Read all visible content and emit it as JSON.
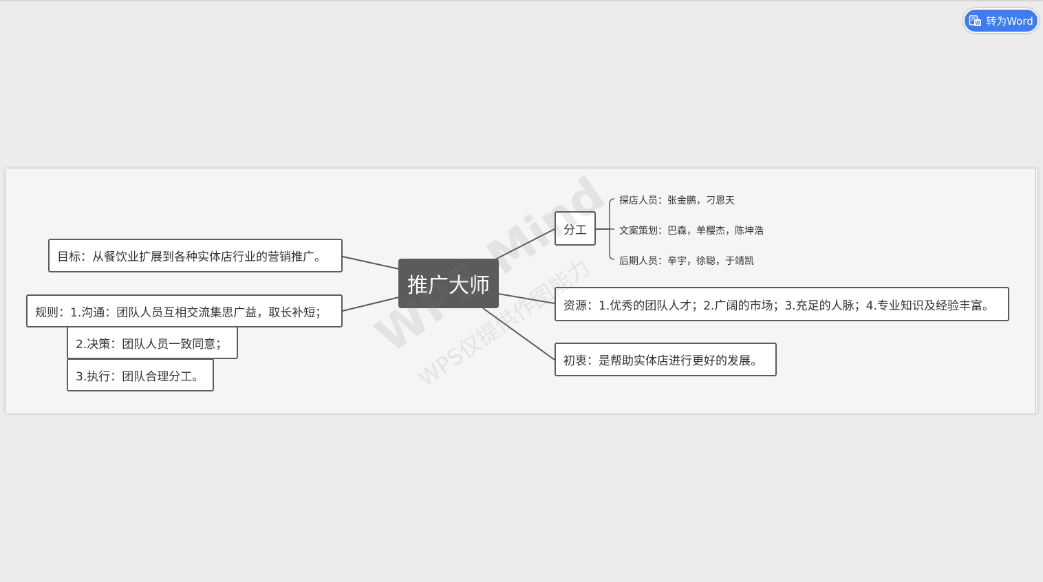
{
  "toolbar": {
    "convert_label": "转为Word"
  },
  "mindmap": {
    "center": "推广大师",
    "left": {
      "goal": "目标：从餐饮业扩展到各种实体店行业的营销推广。",
      "rules": "规则：1.沟通：团队人员互相交流集思广益，取长补短；",
      "rules_2": "2.决策：团队人员一致同意；",
      "rules_3": "3.执行：团队合理分工。"
    },
    "right": {
      "division": "分工",
      "division_items": [
        "探店人员：张金鹏，刁恩天",
        "文案策划：巴森，单樱杰，陈坤浩",
        "后期人员：辛宇，徐聪，于靖凯"
      ],
      "resources": "资源：1.优秀的团队人才；2.广阔的市场；3.充足的人脉；4.专业知识及经验丰富。",
      "intention": "初衷：是帮助实体店进行更好的发展。"
    }
  },
  "watermark": {
    "main": "WPS Mind",
    "sub": "WPS仅提供作图能力"
  },
  "colors": {
    "accent": "#3d7cf3",
    "node_border": "#5b5b5b",
    "center_fill": "#5b5b5b",
    "background": "#ececec"
  }
}
